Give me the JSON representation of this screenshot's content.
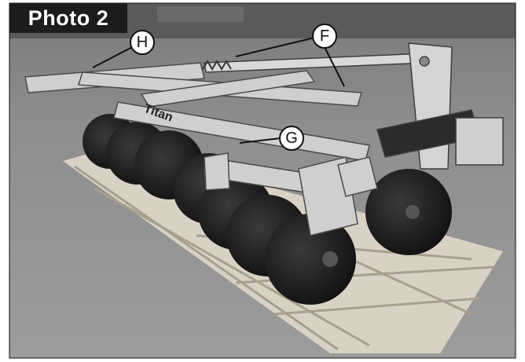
{
  "photo_label": "Photo 2",
  "callouts": {
    "h": "H",
    "f": "F",
    "g": "G"
  },
  "decal_text": "Titan"
}
